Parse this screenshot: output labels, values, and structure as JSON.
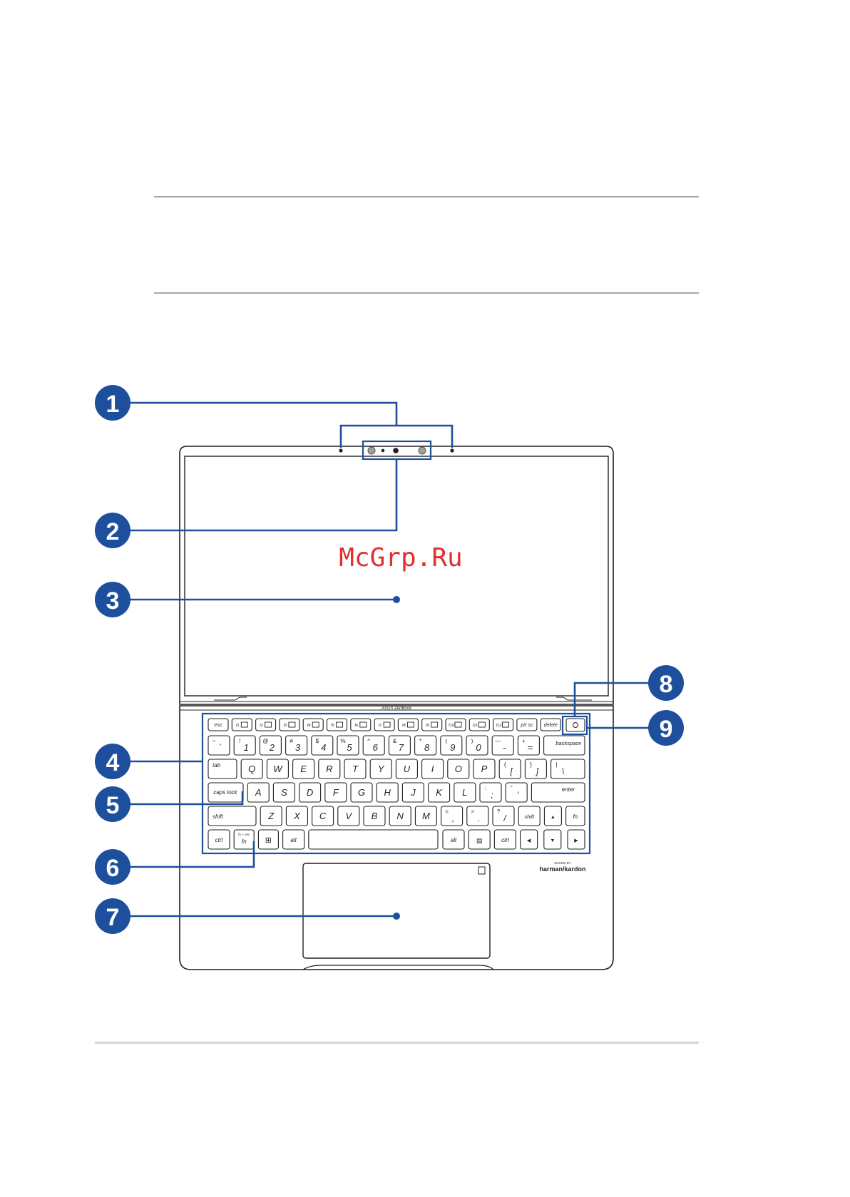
{
  "watermark": "McGrp.Ru",
  "laptop": {
    "bezel_logo": "ASUS ZenBook",
    "audio_logo_top": "SOUND BY",
    "audio_logo_brand": "harman/kardon"
  },
  "callouts": [
    "1",
    "2",
    "3",
    "4",
    "5",
    "6",
    "7",
    "8",
    "9"
  ],
  "keyboard": {
    "fn_row": [
      "esc",
      "f1",
      "f2",
      "f3",
      "f4",
      "f5",
      "f6",
      "f7",
      "f8",
      "f9",
      "f10",
      "f11",
      "f12",
      "prt sc",
      "delete"
    ],
    "number_row": [
      {
        "top": "~",
        "bottom": "`"
      },
      {
        "top": "!",
        "bottom": "1"
      },
      {
        "top": "@",
        "bottom": "2"
      },
      {
        "top": "#",
        "bottom": "3"
      },
      {
        "top": "$",
        "bottom": "4"
      },
      {
        "top": "%",
        "bottom": "5"
      },
      {
        "top": "^",
        "bottom": "6"
      },
      {
        "top": "&",
        "bottom": "7"
      },
      {
        "top": "*",
        "bottom": "8"
      },
      {
        "top": "(",
        "bottom": "9"
      },
      {
        "top": ")",
        "bottom": "0"
      },
      {
        "top": "—",
        "bottom": "-"
      },
      {
        "top": "+",
        "bottom": "="
      }
    ],
    "backspace": "backspace",
    "tab": "tab",
    "qwerty_row": [
      "Q",
      "W",
      "E",
      "R",
      "T",
      "Y",
      "U",
      "I",
      "O",
      "P"
    ],
    "bracket_keys": [
      {
        "top": "{",
        "bottom": "["
      },
      {
        "top": "}",
        "bottom": "]"
      },
      {
        "top": "|",
        "bottom": "\\"
      }
    ],
    "caps_lock": "caps lock",
    "home_row": [
      "A",
      "S",
      "D",
      "F",
      "G",
      "H",
      "J",
      "K",
      "L"
    ],
    "semicolon_keys": [
      {
        "top": ":",
        "bottom": ";"
      },
      {
        "top": "\"",
        "bottom": "'"
      }
    ],
    "enter": "enter",
    "shift": "shift",
    "bottom_letter_row": [
      "Z",
      "X",
      "C",
      "V",
      "B",
      "N",
      "M"
    ],
    "punct_keys": [
      {
        "top": "<",
        "bottom": ","
      },
      {
        "top": ">",
        "bottom": "."
      },
      {
        "top": "?",
        "bottom": "/"
      }
    ],
    "fn": "fn",
    "fn_top_small": "fn + esc",
    "ctrl": "ctrl",
    "alt": "alt"
  },
  "colors": {
    "accent": "#1d4f9c",
    "outline": "#231f20",
    "watermark": "#e0302c",
    "rule": "#a7a7a7"
  }
}
